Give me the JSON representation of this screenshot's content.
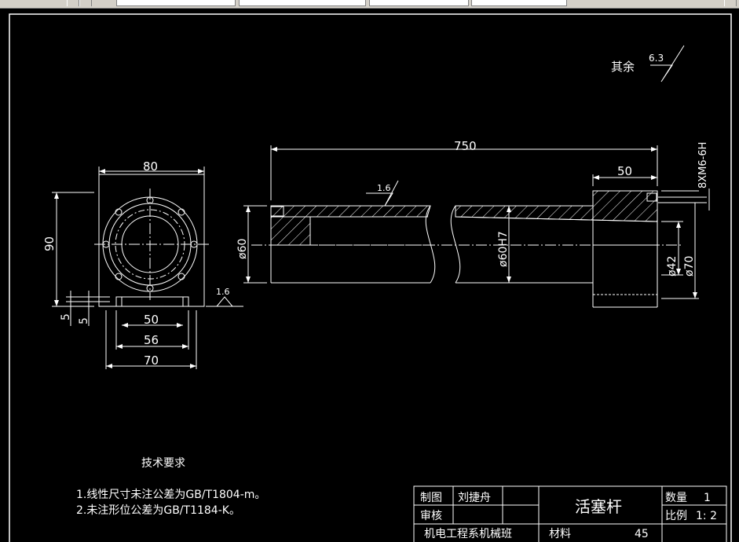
{
  "drawing": {
    "surface_finish_other_label": "其余",
    "surface_finish_other_value": "6.3",
    "finish_1": "1.6",
    "finish_2": "1.6"
  },
  "dimensions": {
    "front_width": "80",
    "front_height": "90",
    "dim_5a": "5",
    "dim_5b": "5",
    "dim_50_front": "50",
    "dim_56": "56",
    "dim_70_front": "70",
    "length_750": "750",
    "length_50_right": "50",
    "thread": "8XM6-6H",
    "dia_60": "ø60",
    "dia_60h7": "ø60H7",
    "dia_42": "ø42",
    "dia_70": "ø70"
  },
  "tech_requirements": {
    "title": "技术要求",
    "line1": "1.线性尺寸未注公差为GB/T1804-m。",
    "line2": "2.未注形位公差为GB/T1184-K。"
  },
  "title_block": {
    "drawn_label": "制图",
    "drawn_by": "刘捷舟",
    "review_label": "审核",
    "part_name": "活塞杆",
    "qty_label": "数量",
    "qty_value": "1",
    "scale_label": "比例",
    "scale_value": "1: 2",
    "class_name": "机电工程系机械班",
    "material_label": "材料",
    "material_value": "45"
  },
  "colors": {
    "background": "#000000",
    "line": "#ffffff",
    "toolbar": "#d4d0c8"
  }
}
